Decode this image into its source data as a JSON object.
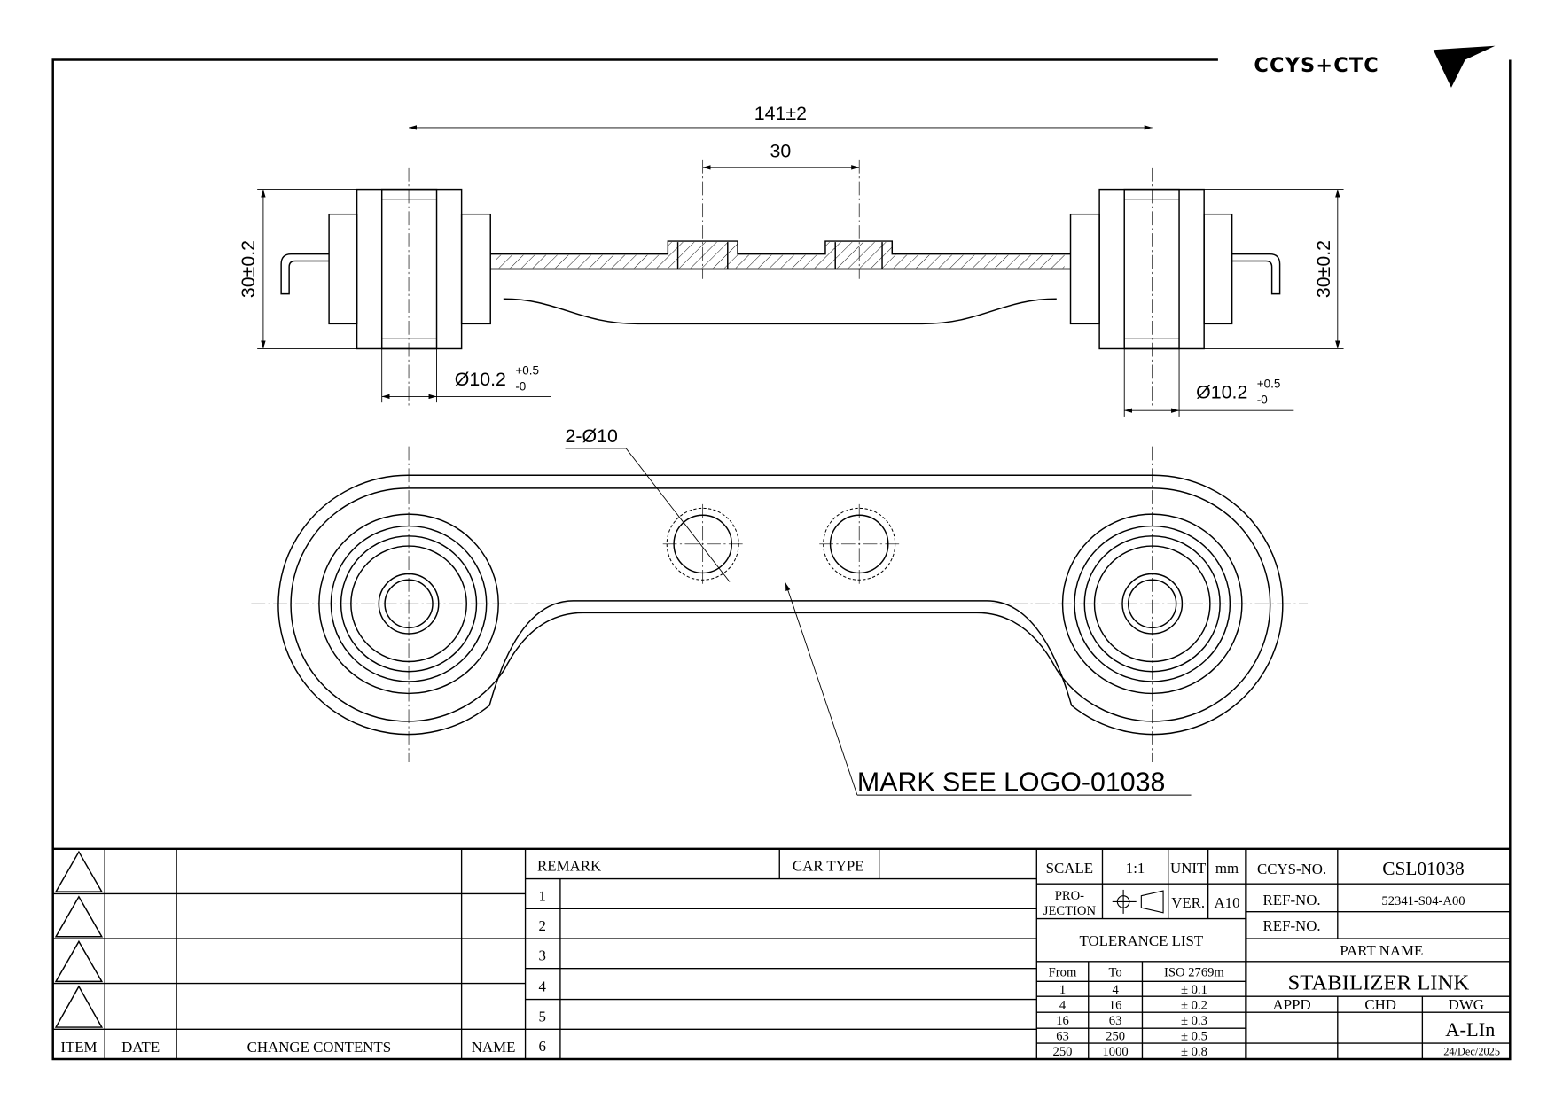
{
  "logo": "CCYS+CTC",
  "dimensions": {
    "overall": "141±2",
    "holes_spacing": "30",
    "height_left": "30±0.2",
    "height_right": "30±0.2",
    "bore_left": "Ø10.2",
    "bore_right": "Ø10.2",
    "bore_tol_upper": "+0.5",
    "bore_tol_lower": "-0",
    "holes": "2-Ø10"
  },
  "note": "MARK SEE LOGO-01038",
  "revision": {
    "headers": [
      "ITEM",
      "DATE",
      "CHANGE CONTENTS",
      "NAME"
    ]
  },
  "remark": {
    "remark_label": "REMARK",
    "car_type_label": "CAR TYPE",
    "rows": [
      "1",
      "2",
      "3",
      "4",
      "5",
      "6"
    ]
  },
  "title_block": {
    "scale_label": "SCALE",
    "scale": "1:1",
    "unit_label": "UNIT",
    "unit": "mm",
    "projection_label_1": "PRO-",
    "projection_label_2": "JECTION",
    "ver_label": "VER.",
    "ver": "A10",
    "tolerance_title": "TOLERANCE LIST",
    "tol_headers": [
      "From",
      "To",
      "ISO 2769m"
    ],
    "tolerances": [
      [
        "1",
        "4",
        "± 0.1"
      ],
      [
        "4",
        "16",
        "± 0.2"
      ],
      [
        "16",
        "63",
        "± 0.3"
      ],
      [
        "63",
        "250",
        "± 0.5"
      ],
      [
        "250",
        "1000",
        "± 0.8"
      ]
    ],
    "ccys_no_label": "CCYS-NO.",
    "ccys_no": "CSL01038",
    "ref_no_label": "REF-NO.",
    "ref_no": "52341-S04-A00",
    "ref_no2_label": "REF-NO.",
    "ref_no2": "",
    "part_name_label": "PART NAME",
    "part_name": "STABILIZER LINK",
    "appd_label": "APPD",
    "chd_label": "CHD",
    "dwg_label": "DWG",
    "dwg": "A-LIn",
    "date": "24/Dec/2025"
  }
}
